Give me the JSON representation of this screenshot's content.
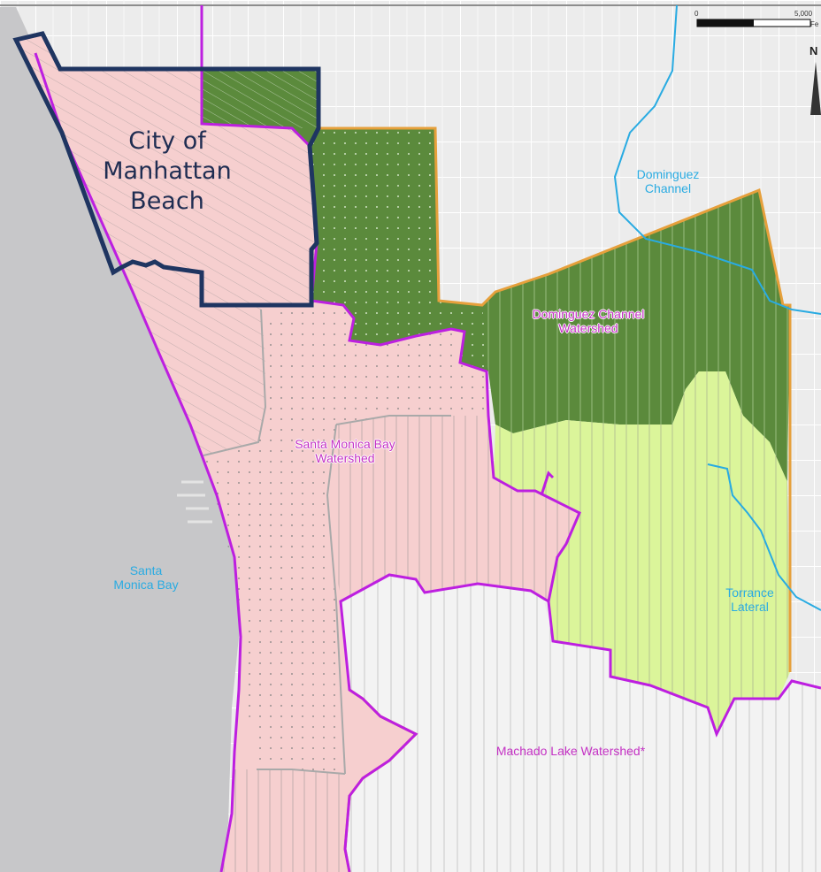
{
  "labels": {
    "city": [
      "City of",
      "Manhattan",
      "Beach"
    ],
    "dominguez_channel": [
      "Dominguez",
      "Channel"
    ],
    "dominguez_watershed": [
      "Dominguez Channel",
      "Watershed"
    ],
    "santa_monica_watershed": [
      "Santa Monica Bay",
      "Watershed"
    ],
    "santa_monica_bay": [
      "Santa",
      "Monica Bay"
    ],
    "torrance_lateral": [
      "Torrance",
      "Lateral"
    ],
    "machado_watershed": "Machado Lake Watershed*"
  },
  "scale_bar": {
    "start": "0",
    "end": "5,000",
    "unit": "Fe"
  },
  "north_arrow": "N",
  "colors": {
    "ocean": "#c7c7c9",
    "land": "#ececec",
    "santa_monica_fill": "#f6cfcf",
    "dominguez_fill": "#5b8a3c",
    "torrance_fill": "#dbf59a",
    "machado_fill": "#f3f3f3",
    "watershed_boundary": "#bd1fe0",
    "city_boundary": "#1f3561",
    "jurisdiction_boundary": "#e6a03c",
    "channel": "#29abe2"
  }
}
